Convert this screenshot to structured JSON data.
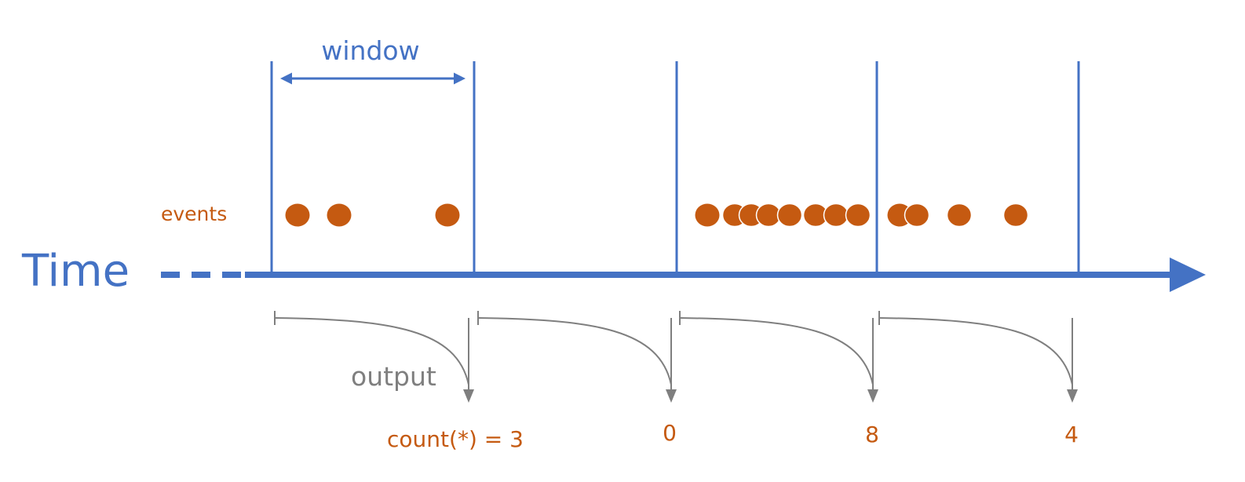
{
  "labels": {
    "time": "Time",
    "window": "window",
    "events": "events",
    "output": "output"
  },
  "outputs": [
    "count(*) = 3",
    "0",
    "8",
    "4"
  ],
  "event_counts": [
    3,
    0,
    8,
    4
  ],
  "colors": {
    "blue": "#4472c4",
    "orange": "#c55a11",
    "gray": "#7f7f7f",
    "white": "#ffffff"
  }
}
